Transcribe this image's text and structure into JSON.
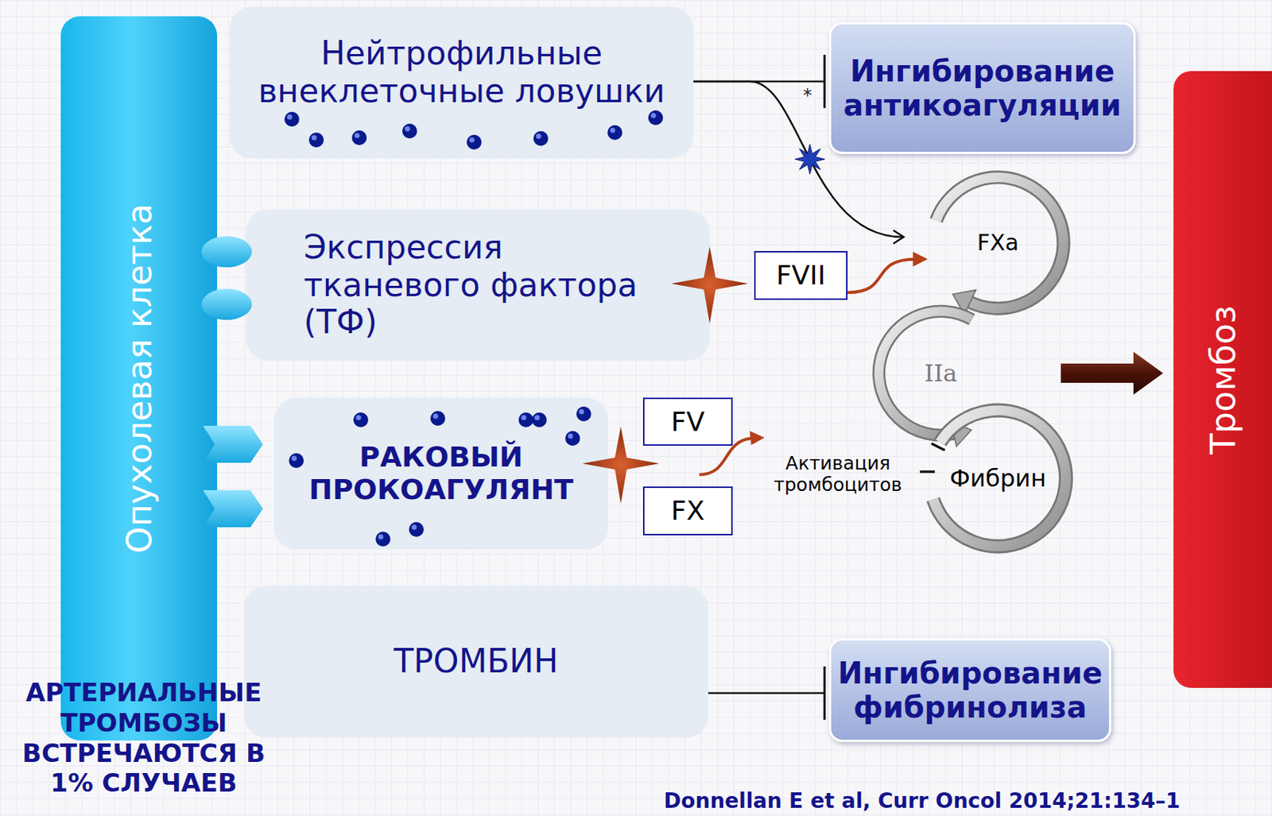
{
  "diagram": {
    "nodes": [
      {
        "text": [
          "Опухолевая клетка"
        ]
      },
      {
        "text": [
          "Нейтрофильные внеклеточные ловушки"
        ]
      },
      {
        "text": [
          "Ингибирование антикоагуляции"
        ]
      },
      {
        "text": [
          "Экспрессия тканевого фактора (ТФ)"
        ]
      },
      {
        "text": [
          "FVII"
        ]
      },
      {
        "text": [
          "FXa"
        ]
      },
      {
        "text": [
          "IIa"
        ]
      },
      {
        "text": [
          "Фибрин"
        ]
      },
      {
        "text": [
          "РАКОВЫЙ ПРОКОАГУЛЯНТ"
        ]
      },
      {
        "text": [
          "FV"
        ]
      },
      {
        "text": [
          "FX"
        ]
      },
      {
        "text": [
          "Тромбоз"
        ]
      },
      {
        "text": [
          "ТРОМБИН"
        ]
      },
      {
        "text": [
          "Ингибирование фибринолиза"
        ]
      }
    ],
    "edges": [
      {
        "from": 1,
        "to": 2,
        "arrow": "to"
      },
      {
        "from": 1,
        "to": 5,
        "arrow": "to"
      },
      {
        "from": 4,
        "to": 5,
        "arrow": "to"
      },
      {
        "from": 6,
        "to": 11,
        "arrow": "to"
      },
      {
        "from": 12,
        "to": 13,
        "arrow": "to"
      }
    ],
    "labels": [
      "*",
      "Активация тромбоцитов",
      "АРТЕРИАЛЬНЫЕ ТРОМБОЗЫ ВСТРЕЧАЮТСЯ В 1% СЛУЧАЕВ",
      "Donnellan E et al, Curr Oncol 2014;21:134–1"
    ]
  }
}
